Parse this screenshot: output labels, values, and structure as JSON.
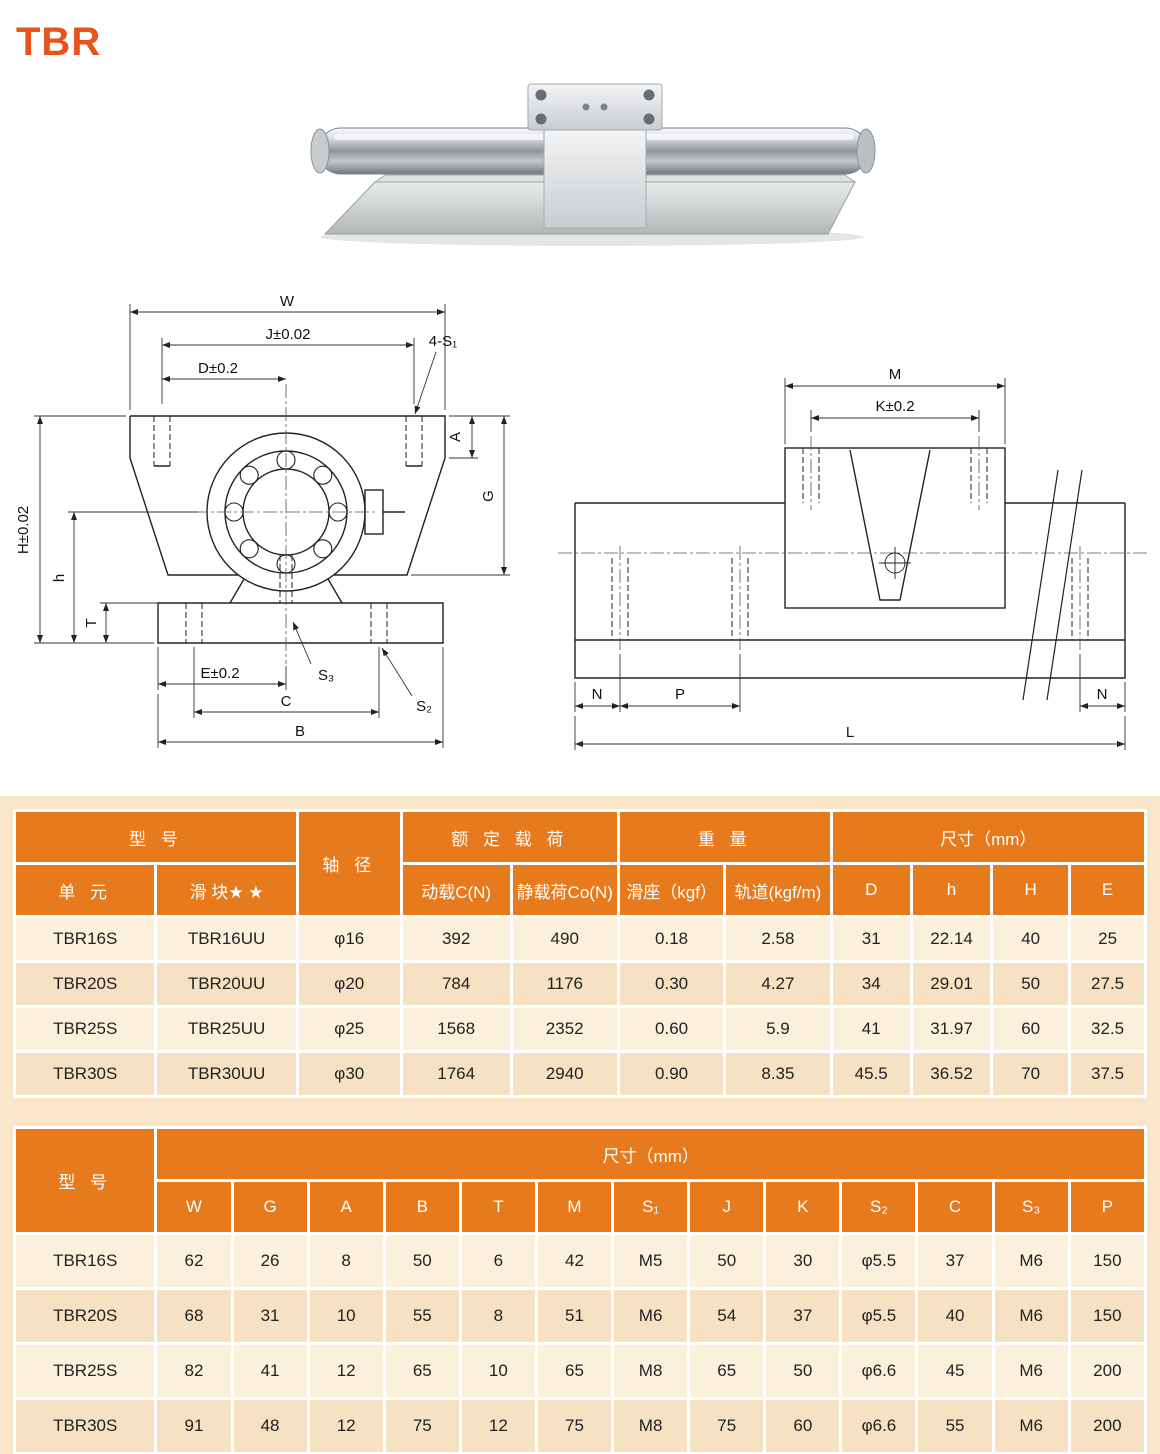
{
  "page": {
    "title": "TBR"
  },
  "colors": {
    "accent_title": "#e8531b",
    "table_header": "#e67a1c",
    "row_light": "#fbf0dc",
    "row_dark": "#f6e1c2",
    "section_bg": "#f9e5c8"
  },
  "photo": {
    "name": "tbr-supported-rail-with-slide-block"
  },
  "drawing_front": {
    "dims": {
      "W": "W",
      "J": "J±0.02",
      "D": "D±0.2",
      "S1": "4-S₁",
      "A": "A",
      "G": "G",
      "H": "H±0.02",
      "h": "h",
      "T": "T",
      "E": "E±0.2",
      "S3": "S₃",
      "S2": "S₂",
      "C": "C",
      "B": "B"
    }
  },
  "drawing_side": {
    "dims": {
      "M": "M",
      "K": "K±0.2",
      "N1": "N",
      "P": "P",
      "N2": "N",
      "L": "L"
    }
  },
  "table1": {
    "group_headers": {
      "model": "型 号",
      "shaft": "轴 径",
      "load": "额 定 载 荷",
      "weight": "重 量",
      "dims": "尺寸（mm）"
    },
    "sub_headers": {
      "unit": "单 元",
      "slider": "滑 块★ ★",
      "dyn": "动载C(N)",
      "stat": "静载荷Co(N)",
      "carriage": "滑座（kgf）",
      "rail": "轨道(kgf/m)",
      "D": "D",
      "h": "h",
      "H": "H",
      "E": "E"
    },
    "rows": [
      [
        "TBR16S",
        "TBR16UU",
        "φ16",
        "392",
        "490",
        "0.18",
        "2.58",
        "31",
        "22.14",
        "40",
        "25"
      ],
      [
        "TBR20S",
        "TBR20UU",
        "φ20",
        "784",
        "1176",
        "0.30",
        "4.27",
        "34",
        "29.01",
        "50",
        "27.5"
      ],
      [
        "TBR25S",
        "TBR25UU",
        "φ25",
        "1568",
        "2352",
        "0.60",
        "5.9",
        "41",
        "31.97",
        "60",
        "32.5"
      ],
      [
        "TBR30S",
        "TBR30UU",
        "φ30",
        "1764",
        "2940",
        "0.90",
        "8.35",
        "45.5",
        "36.52",
        "70",
        "37.5"
      ]
    ]
  },
  "table2": {
    "model_header": "型 号",
    "dims_header": "尺寸（mm）",
    "columns": [
      "W",
      "G",
      "A",
      "B",
      "T",
      "M",
      "S₁",
      "J",
      "K",
      "S₂",
      "C",
      "S₃",
      "P"
    ],
    "rows": [
      [
        "TBR16S",
        "62",
        "26",
        "8",
        "50",
        "6",
        "42",
        "M5",
        "50",
        "30",
        "φ5.5",
        "37",
        "M6",
        "150"
      ],
      [
        "TBR20S",
        "68",
        "31",
        "10",
        "55",
        "8",
        "51",
        "M6",
        "54",
        "37",
        "φ5.5",
        "40",
        "M6",
        "150"
      ],
      [
        "TBR25S",
        "82",
        "41",
        "12",
        "65",
        "10",
        "65",
        "M8",
        "65",
        "50",
        "φ6.6",
        "45",
        "M6",
        "200"
      ],
      [
        "TBR30S",
        "91",
        "48",
        "12",
        "75",
        "12",
        "75",
        "M8",
        "75",
        "60",
        "φ6.6",
        "55",
        "M6",
        "200"
      ]
    ]
  }
}
